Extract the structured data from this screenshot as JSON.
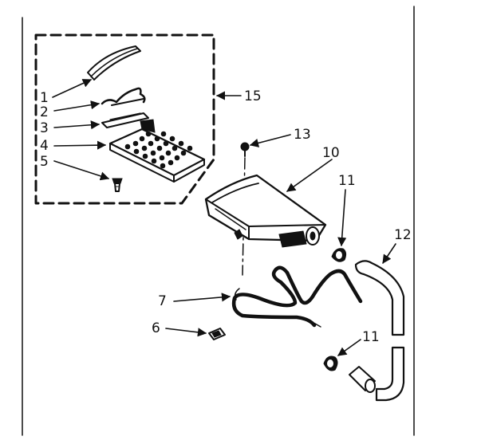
{
  "callouts": {
    "c1": "1",
    "c2": "2",
    "c3": "3",
    "c4": "4",
    "c5": "5",
    "c6": "6",
    "c7": "7",
    "c10": "10",
    "c11a": "11",
    "c11b": "11",
    "c12": "12",
    "c13": "13",
    "c15": "15"
  }
}
